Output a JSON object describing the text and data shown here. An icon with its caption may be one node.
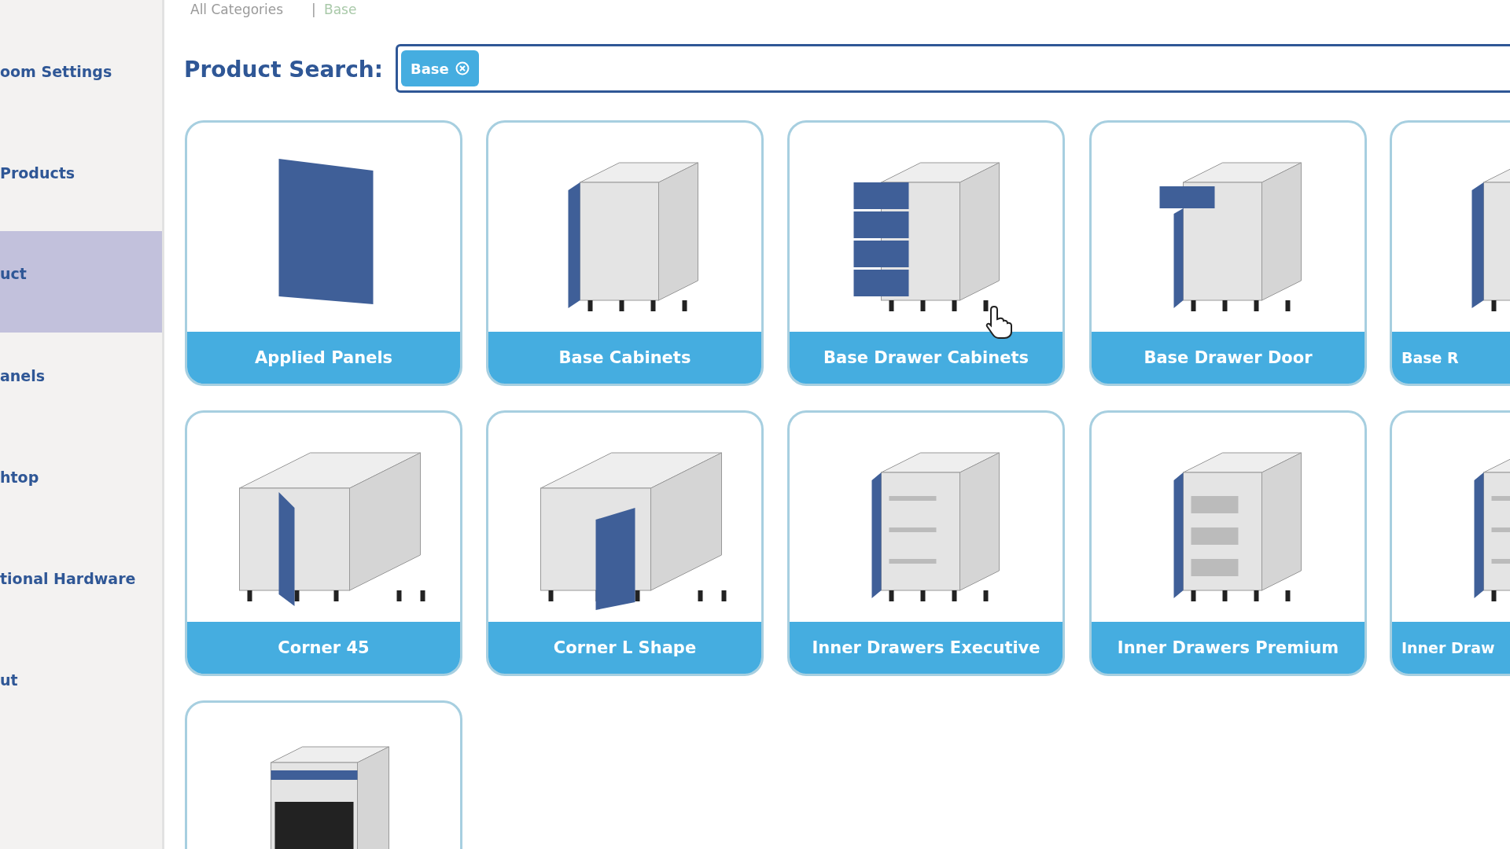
{
  "diagram": {
    "nodes": [
      {
        "text": [
          "Applied Panels"
        ]
      },
      {
        "text": [
          "Base Cabinets"
        ]
      },
      {
        "text": [
          "Base Drawer Cabinets"
        ]
      },
      {
        "text": [
          "Base Drawer Door"
        ]
      },
      {
        "text": [
          "Base R"
        ]
      },
      {
        "text": [
          "Corner 45"
        ]
      },
      {
        "text": [
          "Corner L Shape"
        ]
      },
      {
        "text": [
          "Inner Drawers Executive"
        ]
      },
      {
        "text": [
          "Inner Drawers Premium"
        ]
      },
      {
        "text": [
          "Inner Draw"
        ]
      },
      {
        "text": [],
        "shape": "picture"
      }
    ],
    "labels": [
      "All Categories",
      "|",
      "Base",
      "oom Settings",
      "Products",
      "uct",
      "anels",
      "htop",
      "tional Hardware",
      "ut",
      "Product Search:",
      "Base"
    ]
  }
}
